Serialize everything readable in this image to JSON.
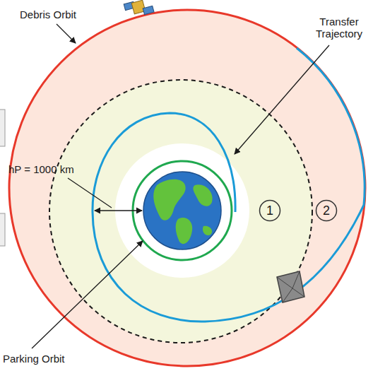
{
  "diagram": {
    "nodes": [
      {
        "text": [
          "1"
        ]
      },
      {
        "text": [
          "2"
        ]
      }
    ],
    "labels": [
      "Debris Orbit",
      "Transfer Trajectory",
      "hP = 1000 km",
      "Parking Orbit"
    ]
  }
}
